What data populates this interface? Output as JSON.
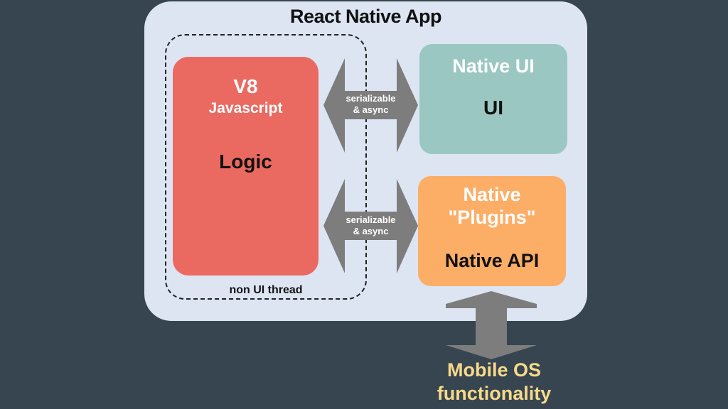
{
  "app": {
    "title": "React Native App",
    "thread_label": "non UI thread"
  },
  "v8": {
    "title": "V8",
    "subtitle": "Javascript",
    "body": "Logic"
  },
  "native_ui": {
    "title": "Native UI",
    "body": "UI"
  },
  "native_plugins": {
    "title_line1": "Native",
    "title_line2": "\"Plugins\"",
    "body": "Native API"
  },
  "arrows": {
    "top_line1": "serializable",
    "top_line2": "& async",
    "bottom_line1": "serializable",
    "bottom_line2": "& async"
  },
  "mobile_os": {
    "line1": "Mobile OS",
    "line2": "functionality"
  },
  "colors": {
    "background": "#36454f",
    "app_box": "#dde5f3",
    "v8_box": "#ea6a62",
    "native_ui_box": "#9ac7c1",
    "native_plugins_box": "#fcad66",
    "arrow": "#7d7d7d",
    "mobile_os_text": "#f8d98a"
  }
}
